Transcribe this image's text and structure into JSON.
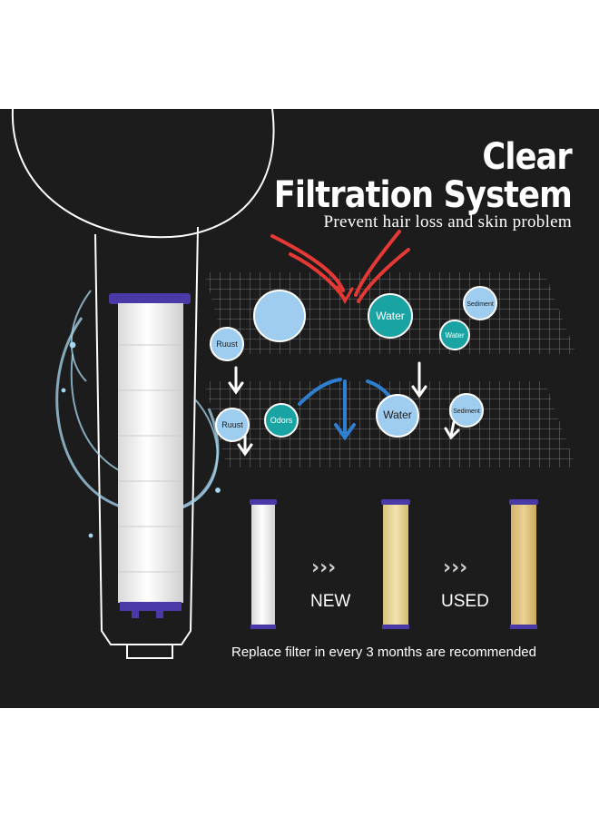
{
  "headline": {
    "line1": "Clear",
    "line2": "Filtration System",
    "subtitle": "Prevent hair loss and skin problem"
  },
  "layer_top": {
    "water_large": "Water",
    "sediment": "Sediment",
    "water_small": "Water",
    "ruust": "Ruust"
  },
  "layer_bottom": {
    "ruust": "Ruust",
    "odors": "Odors",
    "water": "Water",
    "sediment": "Sediment"
  },
  "comparison": {
    "arrows": "›››",
    "new_label": "NEW",
    "used_label": "USED",
    "note": "Replace filter in every 3 months are recommended"
  },
  "colors": {
    "panel": "#1c1c1c",
    "teal": "#1aa3a3",
    "light_blue": "#9fcdef",
    "filter_cap": "#4a3aa8",
    "used_filter": "#e6d49a"
  }
}
